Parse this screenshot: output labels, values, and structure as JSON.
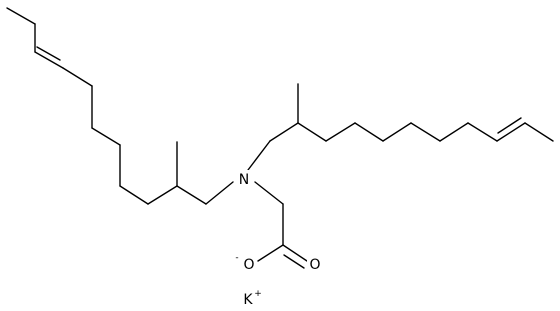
{
  "molecule": {
    "atoms": {
      "nitrogen": "N",
      "oxygen_anion": "O",
      "oxygen_anion_charge": "-",
      "oxygen_carbonyl": "O",
      "counterion": "K",
      "counterion_charge": "+"
    }
  },
  "colors": {
    "bond": "#000000",
    "background": "#ffffff"
  }
}
